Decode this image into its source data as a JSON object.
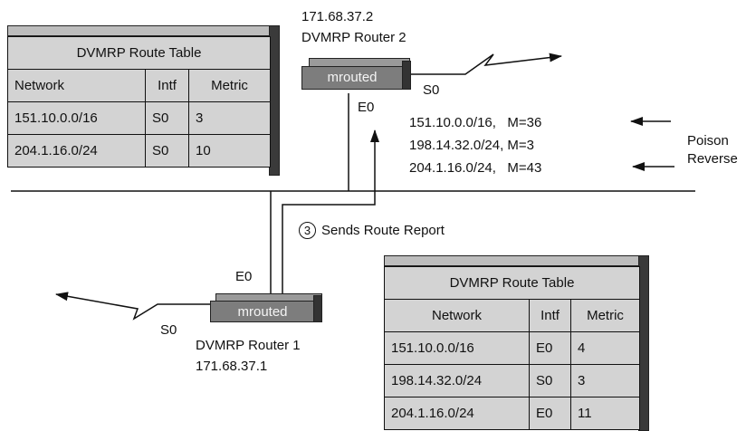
{
  "router2": {
    "ip": "171.68.37.2",
    "name": "DVMRP Router 2",
    "label": "mrouted",
    "serial_if": "S0",
    "ethernet_if": "E0"
  },
  "router1": {
    "ip": "171.68.37.1",
    "name": "DVMRP Router 1",
    "label": "mrouted",
    "serial_if": "S0",
    "ethernet_if": "E0"
  },
  "table_top": {
    "title": "DVMRP Route Table",
    "headers": [
      "Network",
      "Intf",
      "Metric"
    ],
    "rows": [
      [
        "151.10.0.0/16",
        "S0",
        "3"
      ],
      [
        "204.1.16.0/24",
        "S0",
        "10"
      ]
    ]
  },
  "table_bottom": {
    "title": "DVMRP Route Table",
    "headers": [
      "Network",
      "Intf",
      "Metric"
    ],
    "rows": [
      [
        "151.10.0.0/16",
        "E0",
        "4"
      ],
      [
        "198.14.32.0/24",
        "S0",
        "3"
      ],
      [
        "204.1.16.0/24",
        "E0",
        "11"
      ]
    ]
  },
  "route_report": {
    "entries": [
      "151.10.0.0/16,   M=36",
      "198.14.32.0/24, M=3",
      "204.1.16.0/24,   M=43"
    ],
    "poison_label_1": "Poison",
    "poison_label_2": "Reverse"
  },
  "step": {
    "number": "3",
    "label": "Sends Route Report"
  }
}
